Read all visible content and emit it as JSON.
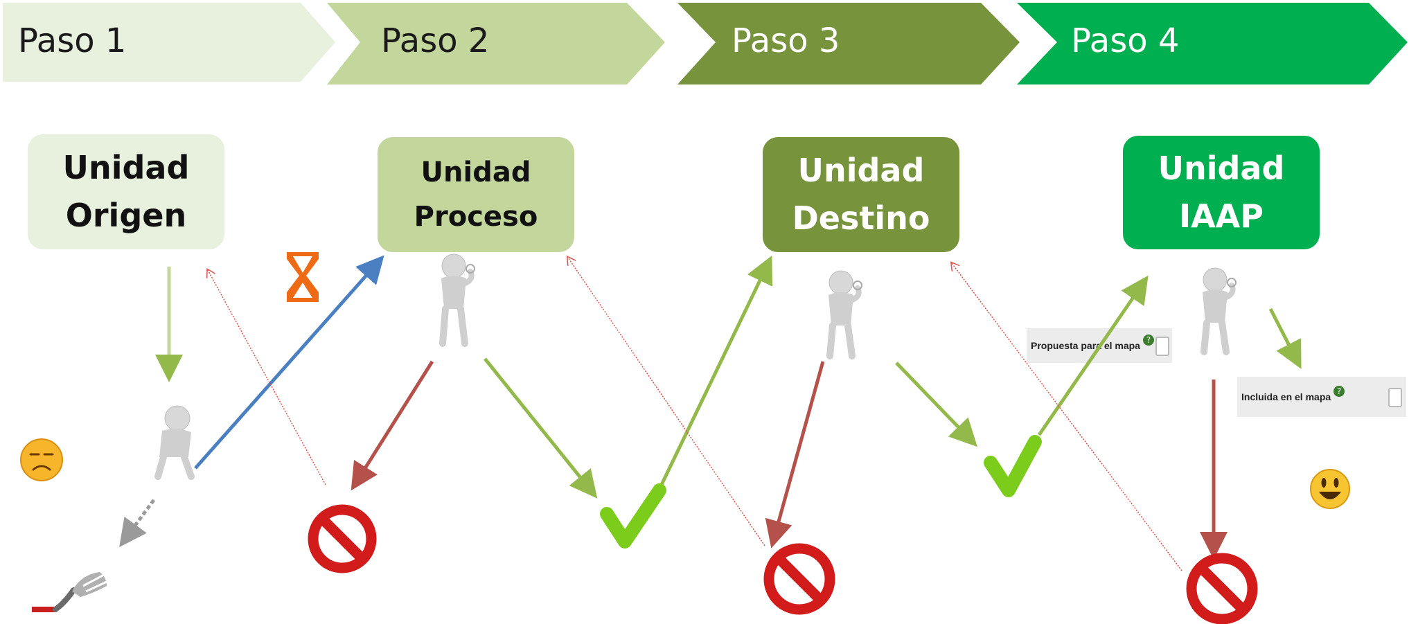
{
  "steps": [
    {
      "label": "Paso 1",
      "fill": "#e8f0de",
      "text_color": "#1a1a1a"
    },
    {
      "label": "Paso 2",
      "fill": "#c3d69b",
      "text_color": "#1a1a1a"
    },
    {
      "label": "Paso 3",
      "fill": "#77933c",
      "text_color": "#ffffff"
    },
    {
      "label": "Paso 4",
      "fill": "#00b050",
      "text_color": "#ffffff"
    }
  ],
  "units": [
    {
      "label": "Unidad\nOrigen",
      "fill": "#e8f0de",
      "text_color": "#111111"
    },
    {
      "label": "Unidad\nProceso",
      "fill": "#c3d69b",
      "text_color": "#111111"
    },
    {
      "label": "Unidad\nDestino",
      "fill": "#77933c",
      "text_color": "#ffffff"
    },
    {
      "label": "Unidad\nIAAP",
      "fill": "#00b050",
      "text_color": "#ffffff"
    }
  ],
  "checkboxes": {
    "proposal": {
      "label": "Propuesta para el mapa",
      "help": "?"
    },
    "included": {
      "label": "Incluida en el mapa",
      "help": "?"
    }
  },
  "colors": {
    "arrow_green": "#92b94a",
    "arrow_blue": "#4a7fc1",
    "arrow_red": "#b5514b",
    "dotted_red": "#d9534f",
    "check": "#7ccc1c",
    "forbidden": "#d21b1b"
  },
  "icons": [
    "hourglass-icon",
    "person-icon",
    "check-icon",
    "forbidden-icon",
    "sad-face-icon",
    "happy-face-icon",
    "fork-icon"
  ]
}
